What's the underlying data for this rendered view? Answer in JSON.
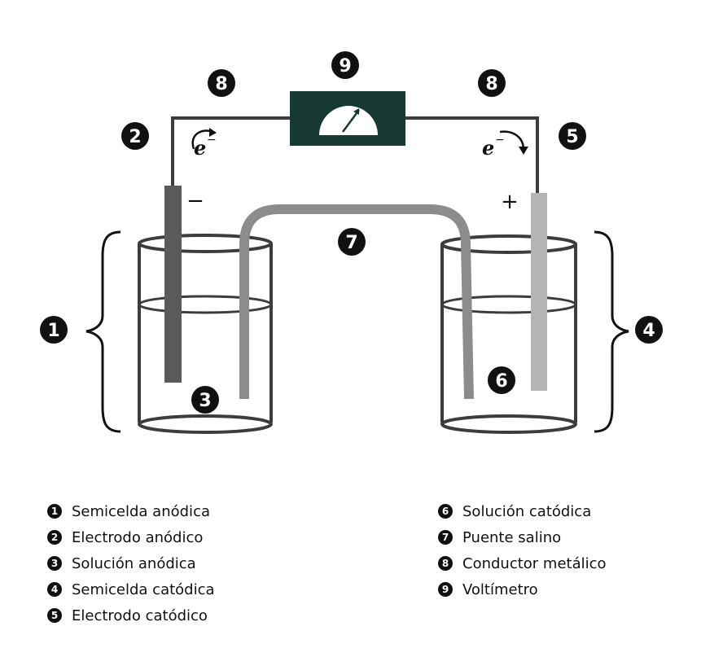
{
  "markers": {
    "m1": "1",
    "m2": "2",
    "m3": "3",
    "m4": "4",
    "m5": "5",
    "m6": "6",
    "m7": "7",
    "m8": "8",
    "m9": "9"
  },
  "signs": {
    "anode": "−",
    "cathode": "+"
  },
  "electron": {
    "symbol": "e",
    "charge": "−"
  },
  "legend": {
    "left": [
      {
        "number": "1",
        "label": "Semicelda anódica"
      },
      {
        "number": "2",
        "label": "Electrodo anódico"
      },
      {
        "number": "3",
        "label": "Solución anódica"
      },
      {
        "number": "4",
        "label": "Semicelda catódica"
      },
      {
        "number": "5",
        "label": "Electrodo catódico"
      }
    ],
    "right": [
      {
        "number": "6",
        "label": "Solución catódica"
      },
      {
        "number": "7",
        "label": "Puente salino"
      },
      {
        "number": "8",
        "label": "Conductor metálico"
      },
      {
        "number": "9",
        "label": "Voltímetro"
      }
    ]
  },
  "colors": {
    "voltmeter_box": "#163a33",
    "anode_electrode": "#5a5a5a",
    "cathode_electrode": "#b4b4b4",
    "salt_bridge": "#8c8c8c",
    "wire": "#3c3c3c",
    "marker": "#111111"
  },
  "icons": {
    "voltmeter": "gauge-icon",
    "electron_flow": "curved-arrow-icon"
  }
}
